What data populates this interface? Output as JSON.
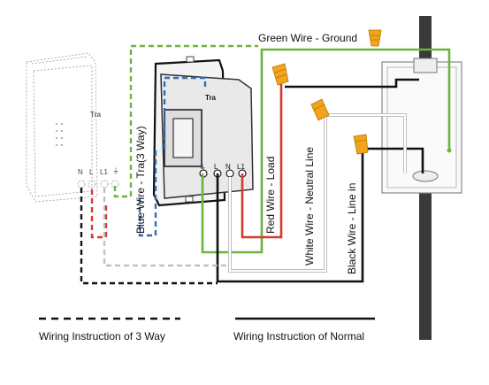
{
  "labels": {
    "green": "Green Wire - Ground",
    "blue": "Blue Wire - Tra(3 Way)",
    "red": "Red Wire - Load",
    "white": "White Wire - Neutral Line",
    "black": "Black Wire - Line in"
  },
  "terminals": {
    "tra": "Tra",
    "n": "N",
    "l": "L",
    "l1": "L1",
    "ground": "⏚"
  },
  "legend": {
    "three_way": "Wiring Instruction of 3 Way",
    "normal": "Wiring Instruction of Normal"
  },
  "colors": {
    "green": "#6db33f",
    "blue": "#2f6db5",
    "red": "#d63a2a",
    "black": "#111111",
    "white_wire": "#c8c8c8",
    "pole": "#3a3a3a",
    "wirenut": "#f2a51c"
  }
}
